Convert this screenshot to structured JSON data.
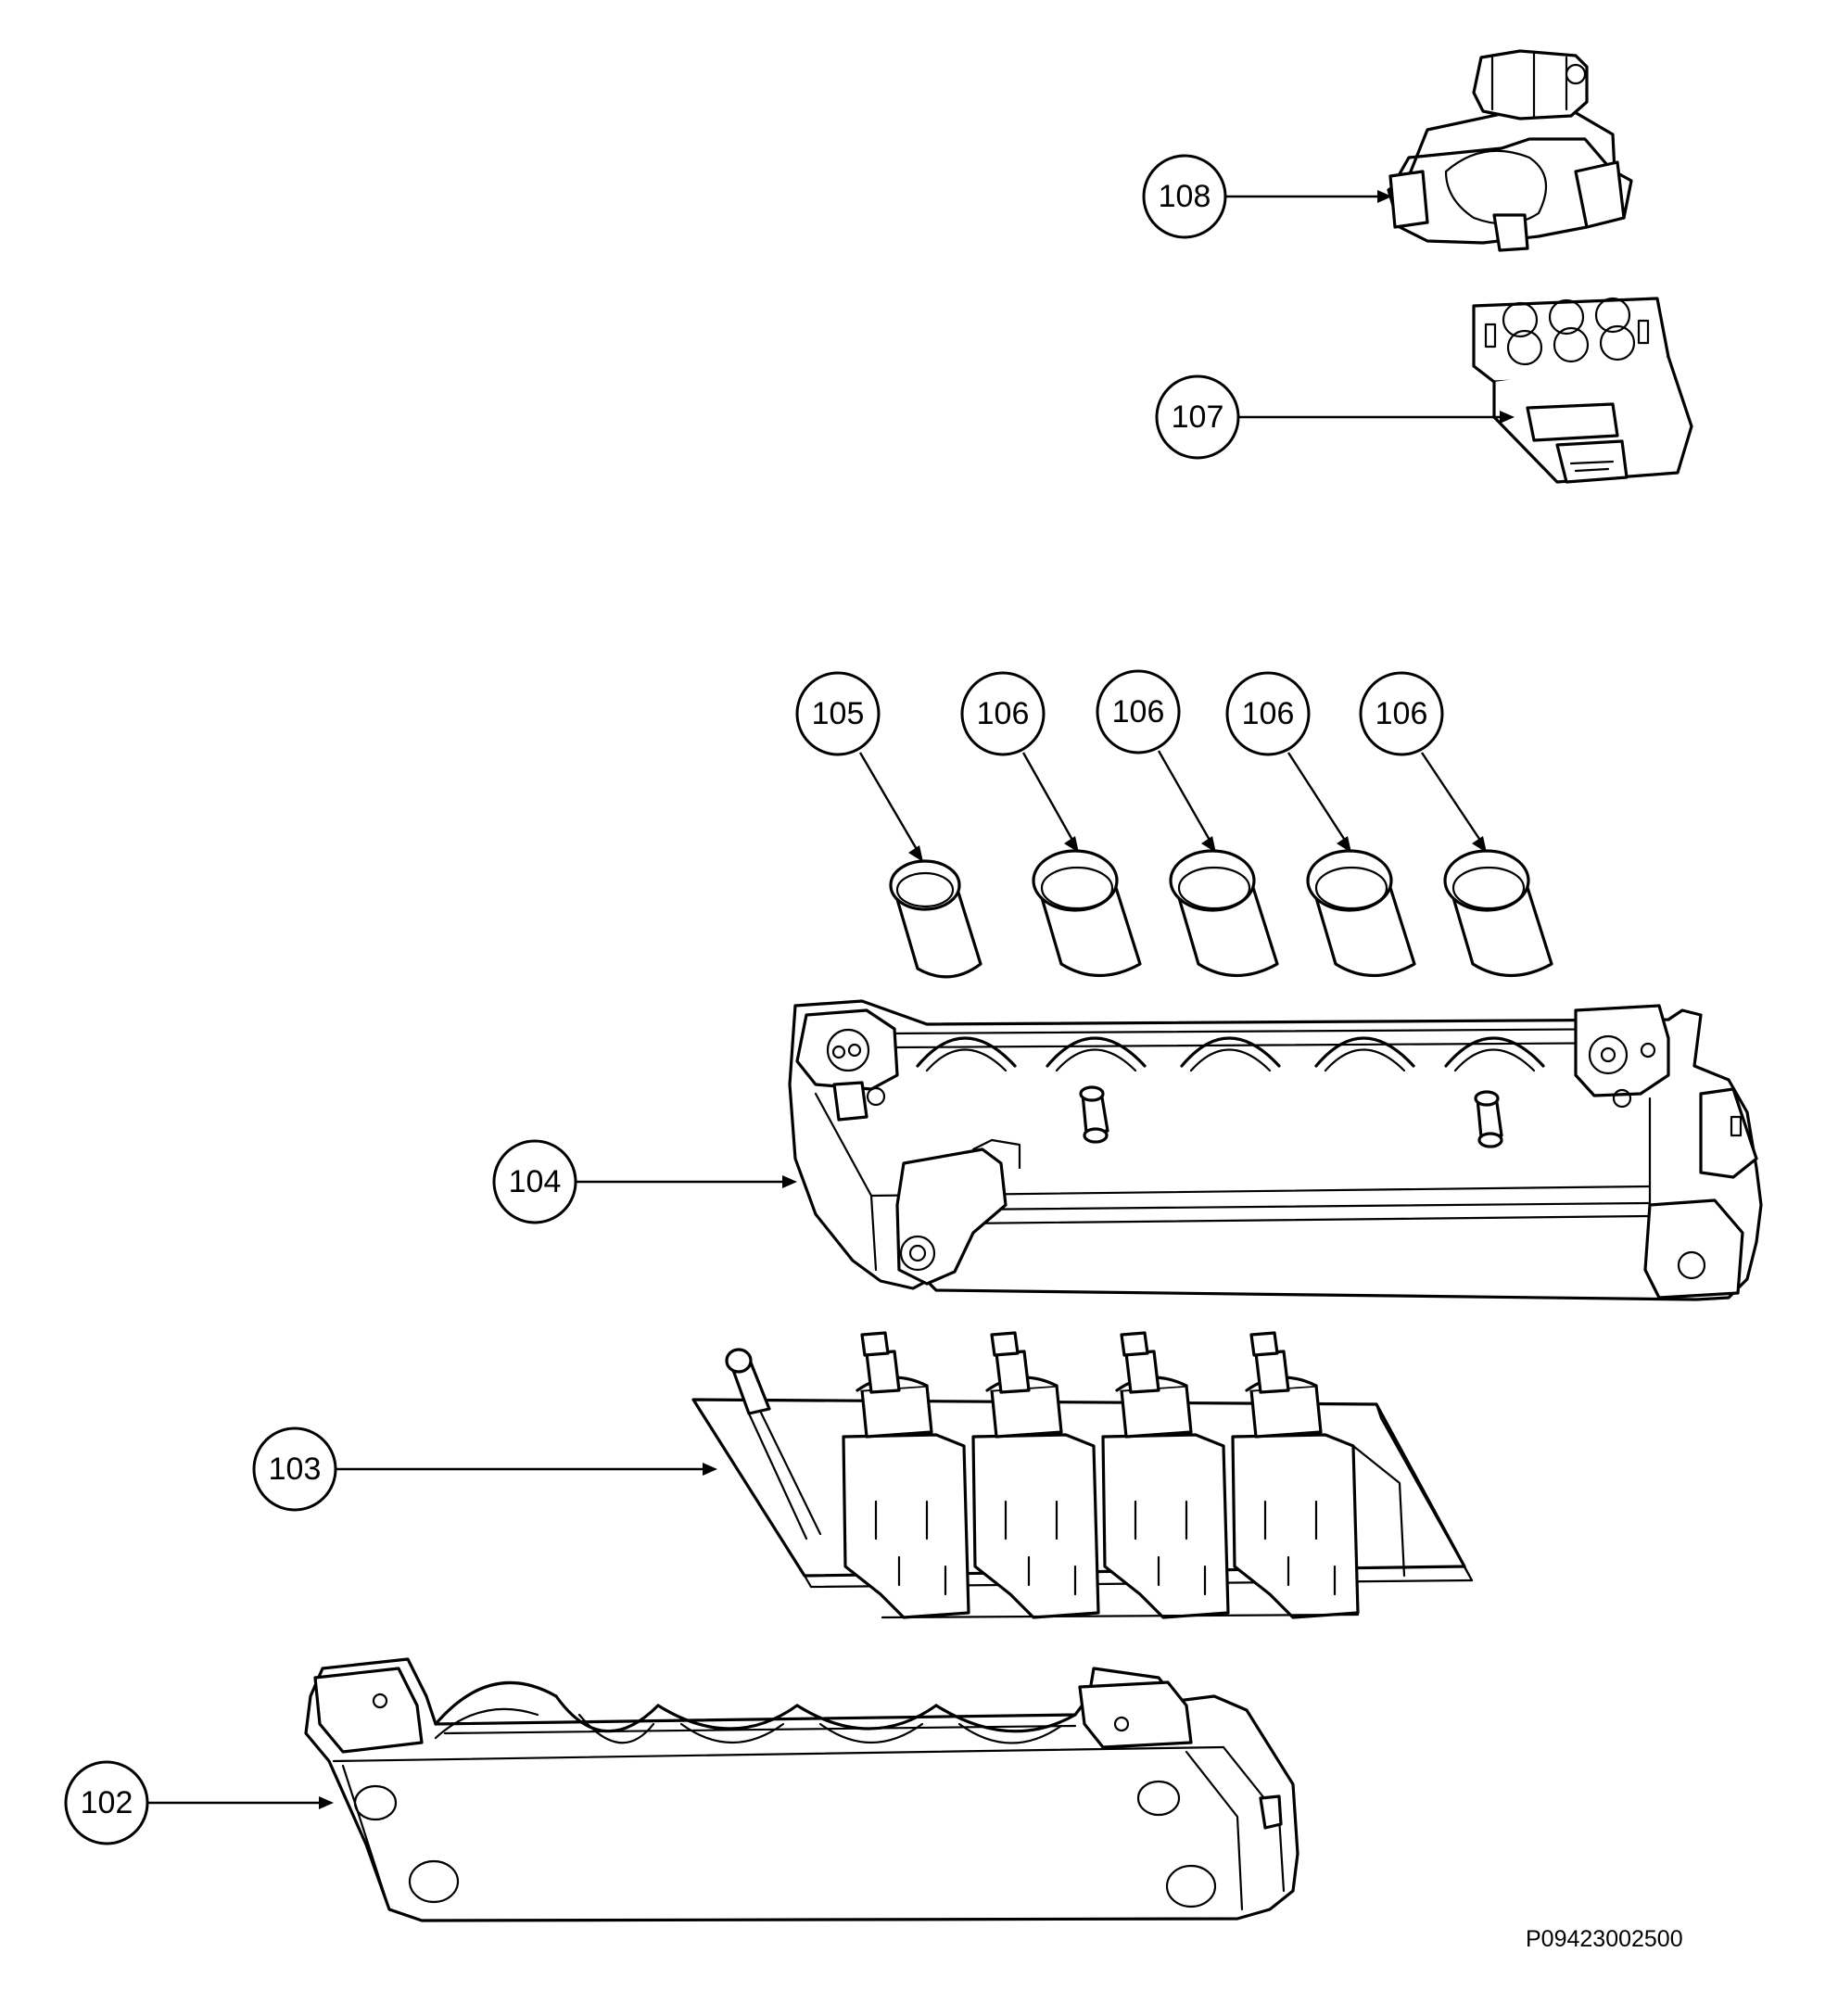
{
  "drawing_number": "P09423002500",
  "callouts": [
    {
      "id": "c108",
      "label": "108",
      "part": "connector-cap"
    },
    {
      "id": "c107",
      "label": "107",
      "part": "connector-housing"
    },
    {
      "id": "c105",
      "label": "105",
      "part": "push-button-small"
    },
    {
      "id": "c106a",
      "label": "106",
      "part": "push-button"
    },
    {
      "id": "c106b",
      "label": "106",
      "part": "push-button"
    },
    {
      "id": "c106c",
      "label": "106",
      "part": "push-button"
    },
    {
      "id": "c106d",
      "label": "106",
      "part": "push-button"
    },
    {
      "id": "c104",
      "label": "104",
      "part": "button-frame-upper"
    },
    {
      "id": "c103",
      "label": "103",
      "part": "switch-board"
    },
    {
      "id": "c102",
      "label": "102",
      "part": "button-frame-lower"
    }
  ]
}
